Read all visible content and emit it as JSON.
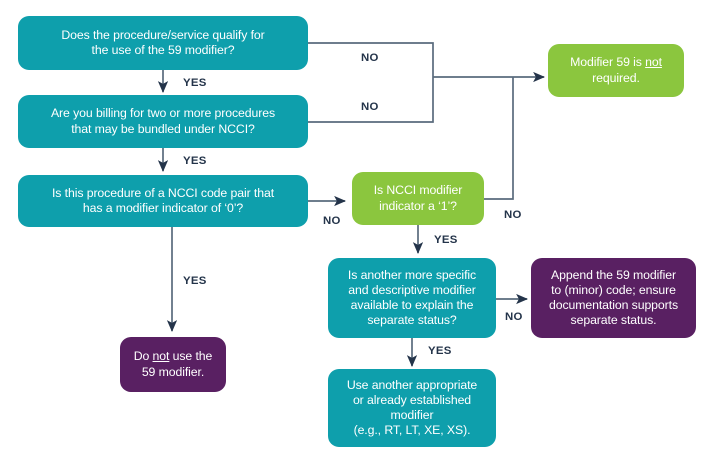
{
  "title": "59 Modifier Decision Flowchart",
  "colors": {
    "teal": "#0e9fac",
    "green": "#8bc63e",
    "purple": "#592062",
    "connector": "#5a6b7d",
    "label_text": "#24344a",
    "background": "#ffffff"
  },
  "nodes": {
    "q1": {
      "id": "q1",
      "type": "decision",
      "color": "teal",
      "text": "Does the procedure/service qualify for\nthe use of the 59 modifier?"
    },
    "q2": {
      "id": "q2",
      "type": "decision",
      "color": "teal",
      "text": "Are you billing for two or more procedures\nthat may be bundled under NCCI?"
    },
    "q3": {
      "id": "q3",
      "type": "decision",
      "color": "teal",
      "text": "Is this procedure of a NCCI code pair that\nhas a modifier indicator of ‘0’?"
    },
    "q4": {
      "id": "q4",
      "type": "decision",
      "color": "green",
      "text": "Is NCCI modifier\nindicator a ‘1’?"
    },
    "q5": {
      "id": "q5",
      "type": "decision",
      "color": "teal",
      "text": "Is another more specific\nand descriptive modifier\navailable to explain the\nseparate status?"
    },
    "not_required": {
      "id": "not_required",
      "type": "outcome",
      "color": "green",
      "text_parts": [
        "Modifier 59 is ",
        "not",
        "\nrequired."
      ]
    },
    "do_not_use": {
      "id": "do_not_use",
      "type": "outcome",
      "color": "purple",
      "text_parts": [
        "Do ",
        "not",
        " use the\n59 modifier."
      ]
    },
    "append": {
      "id": "append",
      "type": "outcome",
      "color": "purple",
      "text": "Append the 59 modifier\nto (minor) code; ensure\ndocumentation supports\nseparate status."
    },
    "use_another": {
      "id": "use_another",
      "type": "outcome",
      "color": "teal",
      "text": "Use another appropriate\nor already established\nmodifier\n(e.g., RT, LT, XE, XS)."
    }
  },
  "edge_labels": {
    "q1_yes": "YES",
    "q1_no": "NO",
    "q2_yes": "YES",
    "q2_no": "NO",
    "q3_yes": "YES",
    "q3_no": "NO",
    "q4_yes": "YES",
    "q4_no": "NO",
    "q5_yes": "YES",
    "q5_no": "NO"
  },
  "chart_data": {
    "type": "diagram",
    "diagram_kind": "flowchart",
    "title": "59 Modifier Decision Flowchart",
    "edges": [
      {
        "from": "q1",
        "to": "q2",
        "label": "YES",
        "direction": "down"
      },
      {
        "from": "q1",
        "to": "not_required",
        "label": "NO",
        "direction": "right"
      },
      {
        "from": "q2",
        "to": "q3",
        "label": "YES",
        "direction": "down"
      },
      {
        "from": "q2",
        "to": "not_required",
        "label": "NO",
        "direction": "right"
      },
      {
        "from": "q3",
        "to": "do_not_use",
        "label": "YES",
        "direction": "down"
      },
      {
        "from": "q3",
        "to": "q4",
        "label": "NO",
        "direction": "right"
      },
      {
        "from": "q4",
        "to": "q5",
        "label": "YES",
        "direction": "down"
      },
      {
        "from": "q4",
        "to": "not_required",
        "label": "NO",
        "direction": "right-up"
      },
      {
        "from": "q5",
        "to": "use_another",
        "label": "YES",
        "direction": "down"
      },
      {
        "from": "q5",
        "to": "append",
        "label": "NO",
        "direction": "right"
      }
    ]
  }
}
